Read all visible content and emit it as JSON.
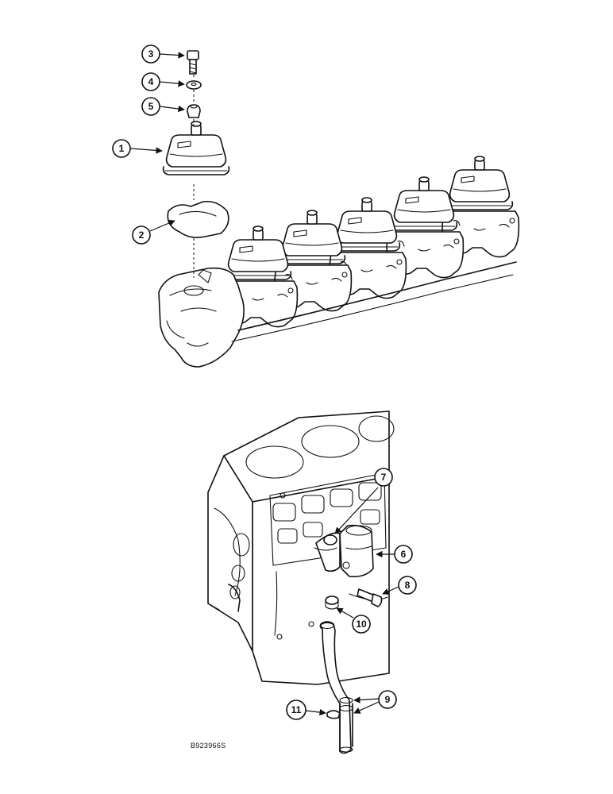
{
  "figure_id": "B923966S",
  "callouts": [
    {
      "label": "1"
    },
    {
      "label": "2"
    },
    {
      "label": "3"
    },
    {
      "label": "4"
    },
    {
      "label": "5"
    },
    {
      "label": "6"
    },
    {
      "label": "7"
    },
    {
      "label": "8"
    },
    {
      "label": "9"
    },
    {
      "label": "10"
    },
    {
      "label": "11"
    }
  ],
  "colors": {
    "ink": "#111111",
    "paper": "#ffffff"
  }
}
